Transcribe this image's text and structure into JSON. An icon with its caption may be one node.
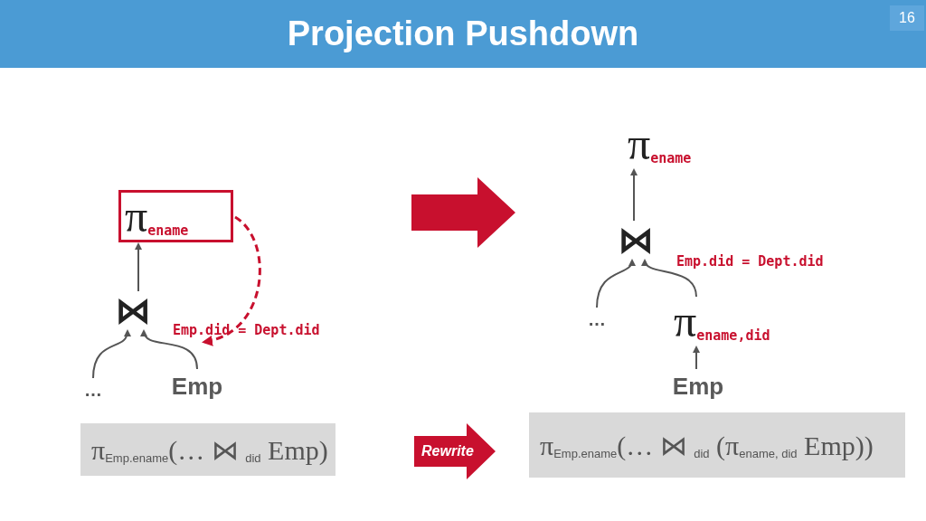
{
  "diagram": {
    "title": "Projection Pushdown",
    "nodes": [
      {
        "text": [
          "π$_{ename}$"
        ]
      },
      {
        "text": [
          "⋈"
        ]
      },
      {
        "text": [
          "…"
        ]
      },
      {
        "text": [
          "Emp"
        ]
      },
      {
        "text": [
          "π$_{ename}$"
        ]
      },
      {
        "text": [
          "⋈"
        ]
      },
      {
        "text": [
          "…"
        ]
      },
      {
        "text": [
          "π$_{ename,did}$"
        ]
      },
      {
        "text": [
          "Emp"
        ]
      },
      {
        "text": [
          "π$_{Emp.ename}$(… ⋈ $_{did}$ Emp)"
        ]
      },
      {
        "text": [
          "Rewrite"
        ]
      },
      {
        "text": [
          "π$_{Emp.ename}$(… ⋈ $_{did}$ (π$_{ename, did}$ Emp))"
        ]
      }
    ],
    "edges": [
      {
        "from": 1,
        "to": 0,
        "arrow": "to"
      },
      {
        "from": 2,
        "to": 1,
        "arrow": "to"
      },
      {
        "from": 3,
        "to": 1,
        "arrow": "to"
      },
      {
        "from": 0,
        "to": 3,
        "arrow": "to",
        "style": "dashed",
        "color": "#c8102e"
      },
      {
        "from": 5,
        "to": 4,
        "arrow": "to"
      },
      {
        "from": 6,
        "to": 5,
        "arrow": "to"
      },
      {
        "from": 7,
        "to": 5,
        "arrow": "to"
      },
      {
        "from": 8,
        "to": 7,
        "arrow": "to"
      }
    ],
    "labels": [
      "16",
      "Emp.did = Dept.did",
      "Emp.did = Dept.did"
    ]
  }
}
